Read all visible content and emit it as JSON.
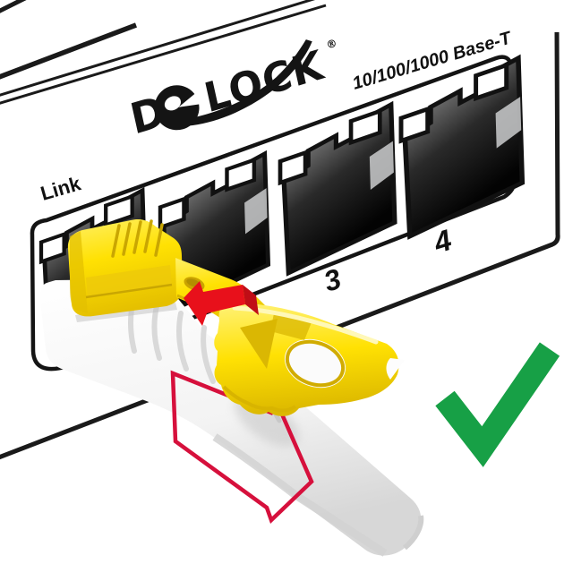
{
  "illustration": {
    "brand": {
      "logo_d": "D",
      "logo_rest": "LOCK",
      "registered": "®"
    },
    "labels": {
      "speed": "10/100/1000 Base-T",
      "link": "Link",
      "port3": "3",
      "port4": "4"
    },
    "colors": {
      "yellow": "#FFE103",
      "red": "#E8101B",
      "red_dark": "#C00D16",
      "crimson": "#D6103C",
      "green": "#17A046",
      "line": "#1A1A1A"
    }
  }
}
